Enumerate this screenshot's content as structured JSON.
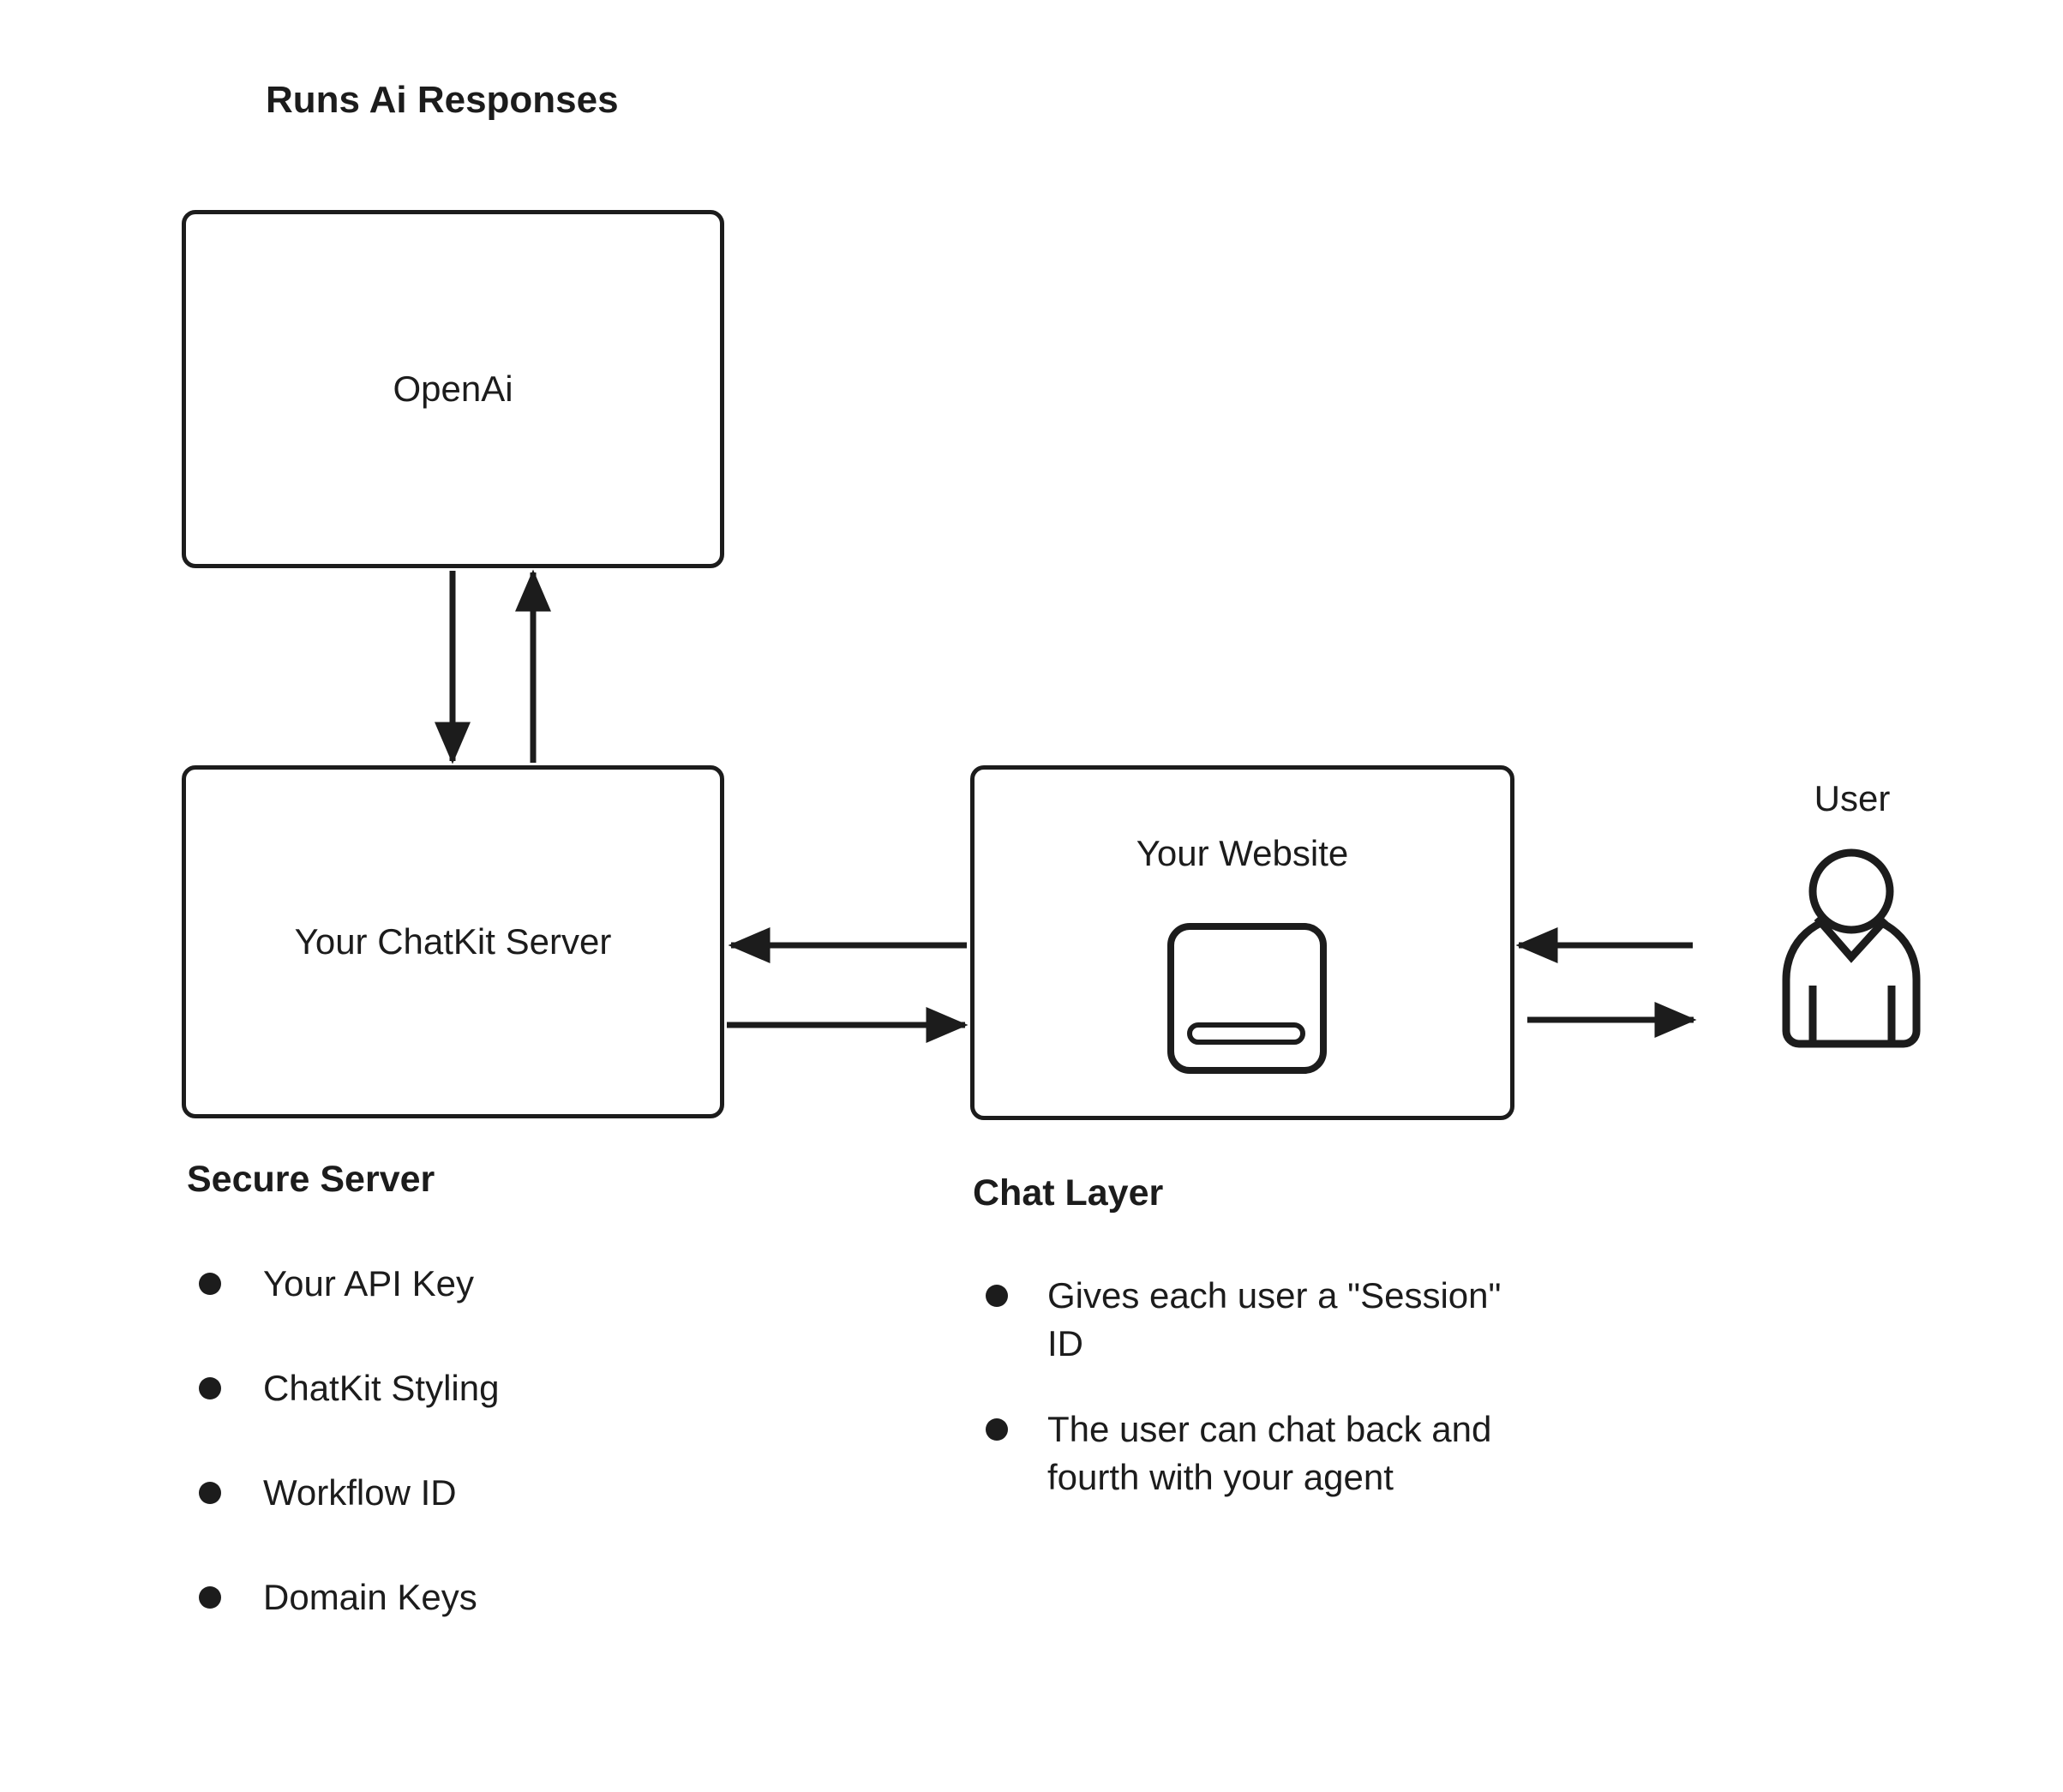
{
  "canvas": {
    "background": "#ffffff",
    "ink": "#1c1c1c"
  },
  "annotations": {
    "runs_ai_responses": "Runs Ai Responses",
    "user_label": "User"
  },
  "boxes": {
    "openai": {
      "label": "OpenAi"
    },
    "chatkit_server": {
      "label": "Your ChatKit Server"
    },
    "website": {
      "label": "Your Website"
    }
  },
  "icons": {
    "chat_widget": "chat-widget-icon",
    "user": "user-icon"
  },
  "sections": {
    "secure_server": {
      "title": "Secure Server",
      "bullets": [
        "Your API Key",
        "ChatKit Styling",
        "Workflow ID",
        "Domain Keys"
      ]
    },
    "chat_layer": {
      "title": "Chat Layer",
      "bullets": [
        "Gives each user a \"Session\" ID",
        "The user can chat back and fourth with your agent"
      ]
    }
  }
}
